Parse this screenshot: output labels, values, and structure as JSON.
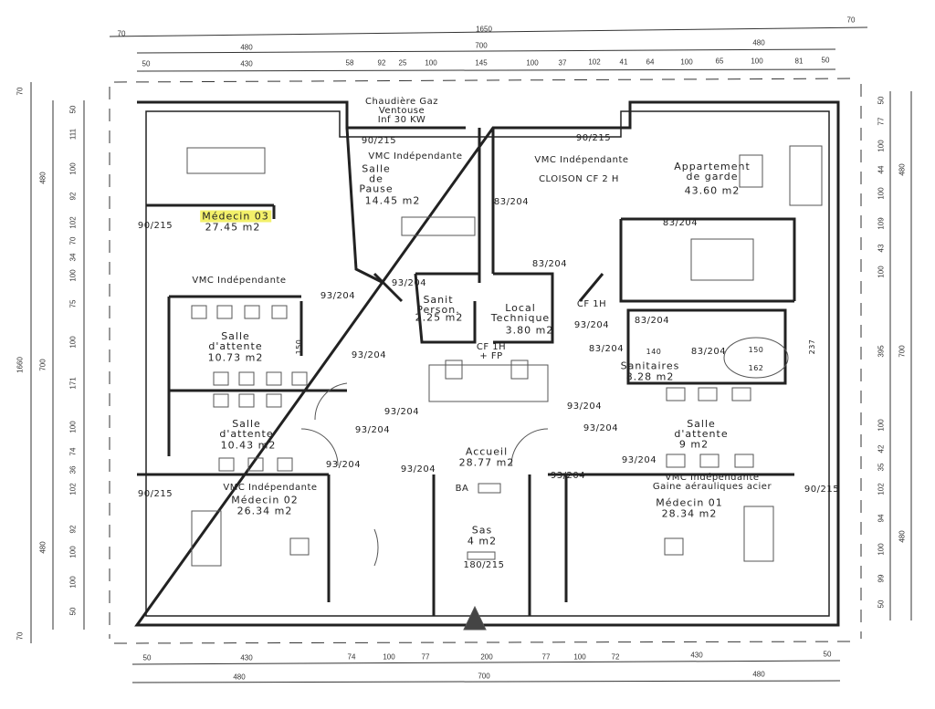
{
  "rooms": {
    "medecin03": {
      "name": "Médecin 03",
      "area": "27.45 m2"
    },
    "salle_pause": {
      "name": "Salle\nde\nPause",
      "area": "14.45 m2"
    },
    "chaudiere": "Chaudière Gaz\nVentouse\nInf 30 KW",
    "appartement": {
      "name": "Appartement\nde garde",
      "area": "43.60 m2"
    },
    "cloison": "CLOISON CF 2 H",
    "sanit_person": {
      "name": "Sanit\nPerson.",
      "area": "2.25 m2"
    },
    "local_technique": {
      "name": "Local\nTechnique",
      "area": "3.80 m2"
    },
    "sanitaires": {
      "name": "Sanitaires",
      "area": "8.28 m2"
    },
    "salle_attente_1": {
      "name": "Salle\nd'attente",
      "area": "10.73 m2"
    },
    "salle_attente_2": {
      "name": "Salle\nd'attente",
      "area": "10.43 m2"
    },
    "salle_attente_3": {
      "name": "Salle\nd'attente",
      "area": "9 m2"
    },
    "accueil": {
      "name": "Accueil",
      "area": "28.77 m2"
    },
    "medecin02": {
      "name": "Médecin 02",
      "area": "26.34 m2"
    },
    "medecin01": {
      "name": "Médecin 01",
      "area": "28.34 m2"
    },
    "sas": {
      "name": "Sas",
      "area": "4 m2"
    }
  },
  "notes": {
    "vmc1": "VMC Indépendante",
    "vmc2": "VMC Indépendante",
    "vmc3": "VMC Indépendante",
    "vmc4": "VMC Indépendante",
    "vmc5": "VMC Indépendante\nGaine aérauliques acier",
    "cf1h_a": "CF 1H",
    "cf1h_b": "CF 1H\n+ FP",
    "ba": "BA",
    "sas_door": "180/215",
    "d140": "140",
    "d150": "150",
    "d162": "162",
    "d237": "237",
    "d150b": "150"
  },
  "doors": [
    "90/215",
    "90/215",
    "90/215",
    "90/215",
    "90/215",
    "83/204",
    "83/204",
    "83/204",
    "83/204",
    "83/204",
    "83/204",
    "93/204",
    "93/204",
    "93/204",
    "93/204",
    "93/204",
    "93/204",
    "93/204",
    "93/204",
    "93/204",
    "93/204",
    "93/204",
    "93/204"
  ],
  "dimensions": {
    "top_total": [
      "70",
      "1650",
      "70"
    ],
    "top_mid": [
      "480",
      "700",
      "480"
    ],
    "top_detail": [
      "50",
      "430",
      "58",
      "92",
      "25",
      "100",
      "145",
      "100",
      "37",
      "102",
      "41",
      "64",
      "100",
      "65",
      "100",
      "81",
      "50"
    ],
    "bottom_detail": [
      "50",
      "430",
      "74",
      "100",
      "77",
      "200",
      "77",
      "100",
      "72",
      "430",
      "50"
    ],
    "bottom_mid": [
      "480",
      "700",
      "480"
    ],
    "left_total": [
      "70",
      "1660",
      "70"
    ],
    "left_mid": [
      "480",
      "700",
      "480"
    ],
    "left_detail": [
      "50",
      "111",
      "100",
      "92",
      "102",
      "70",
      "34",
      "100",
      "75",
      "100",
      "171",
      "100",
      "74",
      "36",
      "102",
      "92",
      "100",
      "100",
      "50"
    ],
    "right_mid": [
      "480",
      "700",
      "480"
    ],
    "right_detail": [
      "50",
      "77",
      "100",
      "44",
      "100",
      "109",
      "43",
      "100",
      "395",
      "100",
      "42",
      "35",
      "102",
      "94",
      "100",
      "99",
      "50"
    ]
  }
}
